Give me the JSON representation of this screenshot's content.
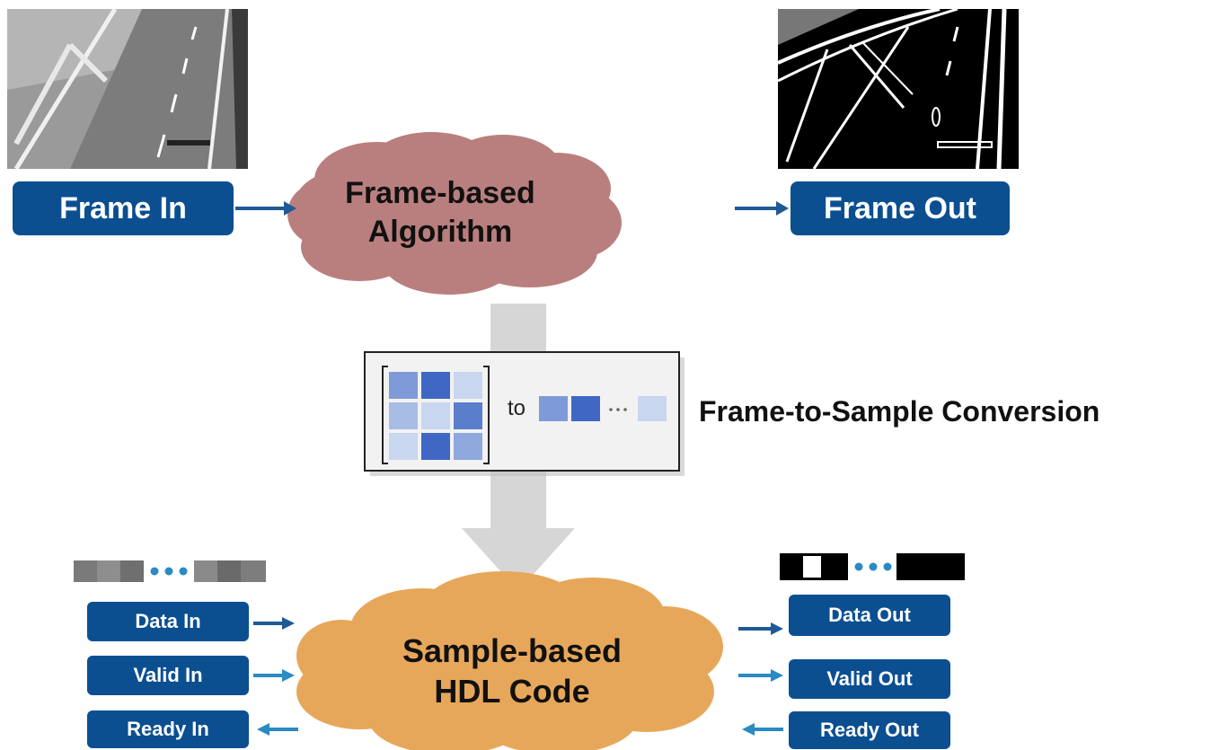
{
  "frame_in": {
    "label": "Frame In"
  },
  "frame_out": {
    "label": "Frame Out"
  },
  "frame_algorithm": {
    "line1": "Frame-based",
    "line2": "Algorithm"
  },
  "conversion": {
    "label": "Frame-to-Sample Conversion",
    "to_text": "to"
  },
  "hdl_code": {
    "line1": "Sample-based",
    "line2": "HDL Code"
  },
  "inputs": {
    "data": "Data In",
    "valid": "Valid In",
    "ready": "Ready In"
  },
  "outputs": {
    "data": "Data Out",
    "valid": "Valid Out",
    "ready": "Ready Out"
  },
  "colors": {
    "box_blue": "#0b4f91",
    "arrow_dark": "#1f5a96",
    "arrow_light": "#2a8ac4",
    "cloud_top": "#b97f7e",
    "cloud_bottom": "#e7a75a",
    "gray_arrow": "#d6d6d6"
  }
}
